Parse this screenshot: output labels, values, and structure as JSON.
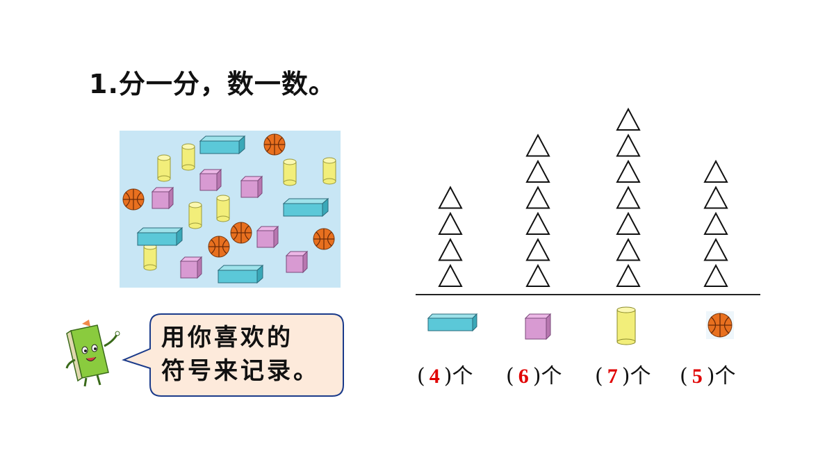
{
  "title": "1.分一分，数一数。",
  "speech_bubble": {
    "line1": "用你喜欢的",
    "line2": "符号来记录。"
  },
  "colors": {
    "picture_bg": "#c8e6f5",
    "cuboid": "#5bc8d8",
    "cube": "#d89ad2",
    "cylinder": "#f2ee7a",
    "ball": "#e8701f",
    "answer": "#e00000",
    "bubble_fill": "#fdeadb",
    "bubble_stroke": "#1a3a8a"
  },
  "tally": {
    "symbol": "triangle",
    "columns": [
      {
        "icon": "cuboid-icon",
        "count": 4
      },
      {
        "icon": "cube-icon",
        "count": 6
      },
      {
        "icon": "cylinder-icon",
        "count": 7
      },
      {
        "icon": "basketball-icon",
        "count": 5
      }
    ]
  },
  "answers": {
    "open": "(",
    "close": ")",
    "unit": "个",
    "values": [
      "4",
      "6",
      "7",
      "5"
    ]
  }
}
